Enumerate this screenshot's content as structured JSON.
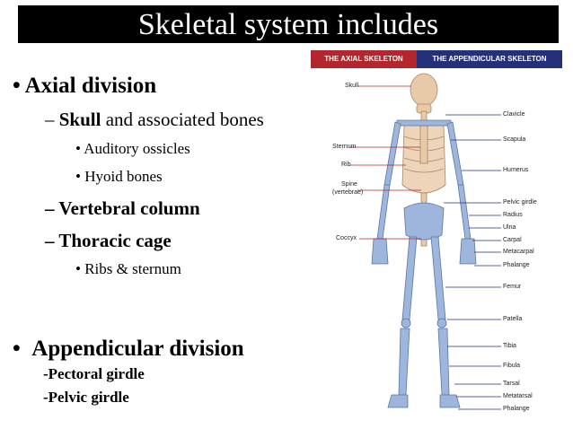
{
  "slide": {
    "title": "Skeletal system includes",
    "axial": {
      "heading": "Axial division",
      "skull_bold": "Skull",
      "skull_rest": " and associated bones",
      "auditory": "Auditory ossicles",
      "hyoid": "Hyoid bones",
      "vertebral": "Vertebral column",
      "thoracic": "Thoracic cage",
      "ribs": "Ribs & sternum"
    },
    "appendicular": {
      "heading": "Appendicular division",
      "pectoral": "-Pectoral girdle",
      "pelvic": "-Pelvic girdle"
    }
  },
  "figure": {
    "header_axial": "THE AXIAL SKELETON",
    "header_appendicular": "THE APPENDICULAR SKELETON",
    "colors": {
      "axial_header": "#b3262d",
      "appendicular_header": "#23307a",
      "axial_bone": "#e8c9a8",
      "appendicular_bone": "#9fb6dc"
    },
    "left_labels": {
      "skull": "Skull",
      "sternum": "Sternum",
      "rib": "Rib",
      "spine1": "Spine",
      "spine2": "(vertebrae)",
      "coccyx": "Coccyx"
    },
    "right_labels": {
      "clavicle": "Clavicle",
      "scapula": "Scapula",
      "humerus": "Humerus",
      "pelvic": "Pelvic girdle",
      "radius": "Radius",
      "ulna": "Ulna",
      "carpal": "Carpal",
      "metacarpal": "Metacarpal",
      "phalange1": "Phalange",
      "femur": "Femur",
      "patella": "Patella",
      "tibia": "Tibia",
      "fibula": "Fibula",
      "tarsal": "Tarsal",
      "metatarsal": "Metatarsal",
      "phalange2": "Phalange"
    }
  }
}
